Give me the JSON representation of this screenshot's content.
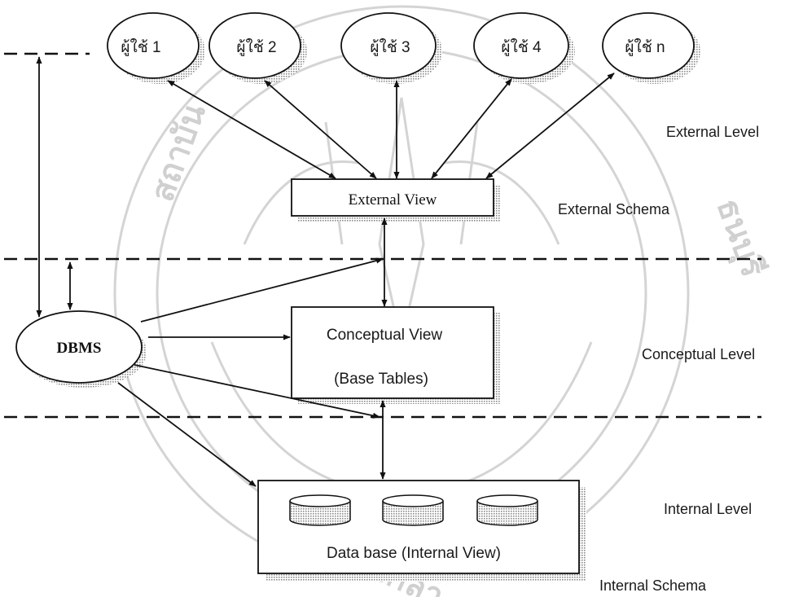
{
  "users": [
    "ผู้ใช้ 1",
    "ผู้ใช้ 2",
    "ผู้ใช้ 3",
    "ผู้ใช้ 4",
    "ผู้ใช้ n"
  ],
  "boxes": {
    "external_view": "External View",
    "conceptual_view": "Conceptual View",
    "base_tables": "(Base Tables)",
    "data_base": "Data base (Internal View)"
  },
  "dbms": "DBMS",
  "levels": {
    "external_level": "External Level",
    "external_schema": "External Schema",
    "conceptual_level": "Conceptual Level",
    "internal_level": "Internal Level",
    "internal_schema": "Internal Schema"
  },
  "colors": {
    "line": "#111111",
    "shadow": "#9a9a9a",
    "watermark": "#d4d4d4"
  }
}
